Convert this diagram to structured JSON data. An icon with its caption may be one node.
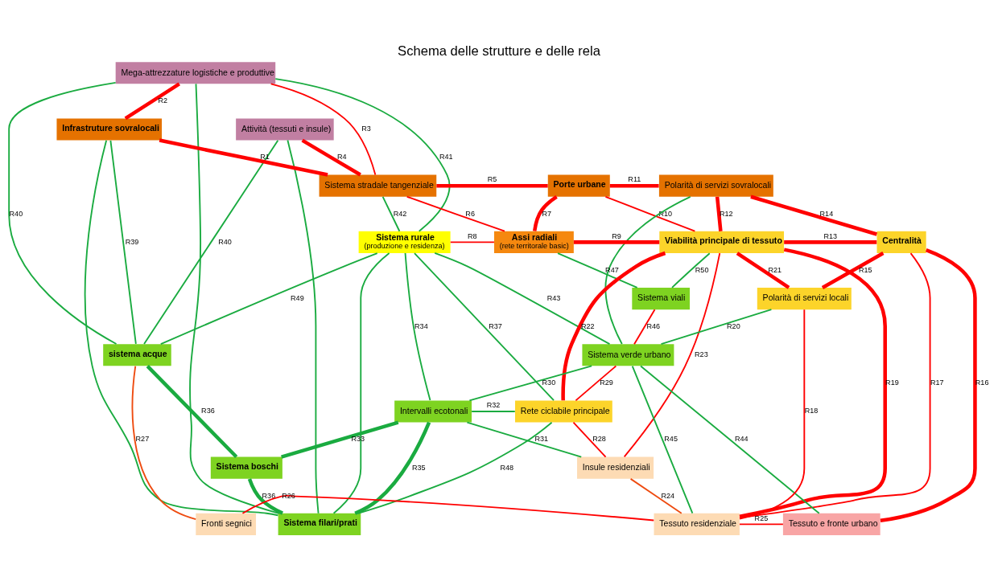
{
  "diagram": {
    "title": "Schema delle strutture e delle rela",
    "nodes": [
      {
        "text": [
          "Mega-attrezzature logistiche e produttive"
        ]
      },
      {
        "text": [
          "Attività (tessuti e insule)"
        ]
      },
      {
        "text": [
          "Infrastruture sovralocali"
        ]
      },
      {
        "text": [
          "Sistema stradale tangenziale"
        ]
      },
      {
        "text": [
          "Porte urbane"
        ]
      },
      {
        "text": [
          "Polarità di servizi sovralocali"
        ]
      },
      {
        "text": [
          "Sistema rurale",
          "(produzione e residenza)"
        ]
      },
      {
        "text": [
          "Assi radiali",
          "(rete territorale basic)"
        ]
      },
      {
        "text": [
          "Viabilità principale di tessuto"
        ]
      },
      {
        "text": [
          "Centralità"
        ]
      },
      {
        "text": [
          "Sistema viali"
        ]
      },
      {
        "text": [
          "Sistema verde urbano"
        ]
      },
      {
        "text": [
          "Polarità di servizi locali"
        ]
      },
      {
        "text": [
          "Intervalli ecotonali"
        ]
      },
      {
        "text": [
          "sistema acque"
        ]
      },
      {
        "text": [
          "Rete ciclabile principale"
        ]
      },
      {
        "text": [
          "Sistema boschi"
        ]
      },
      {
        "text": [
          "Insule residenziali"
        ]
      },
      {
        "text": [
          "Tessuto residenziale"
        ]
      },
      {
        "text": [
          "Tessuto e fronte urbano"
        ]
      },
      {
        "text": [
          "Sistema filari/prati"
        ]
      },
      {
        "text": [
          "Fronti segnici"
        ]
      }
    ],
    "edges": [
      {
        "from": 2,
        "to": 3,
        "label": "R1",
        "arrow": "none",
        "style": "thick",
        "color": "#ff0000"
      },
      {
        "from": 2,
        "to": 0,
        "label": "R2",
        "arrow": "none",
        "style": "thick",
        "color": "#ff0000"
      },
      {
        "from": 0,
        "to": 3,
        "label": "R3",
        "arrow": "none",
        "color": "#ff0000"
      },
      {
        "from": 3,
        "to": 1,
        "label": "R4",
        "arrow": "none",
        "style": "thick",
        "color": "#ff0000"
      },
      {
        "from": 3,
        "to": 4,
        "label": "R5",
        "arrow": "none",
        "style": "thick",
        "color": "#ff0000"
      },
      {
        "from": 3,
        "to": 7,
        "label": "R6",
        "arrow": "none",
        "color": "#ff0000"
      },
      {
        "from": 7,
        "to": 4,
        "label": "R7",
        "arrow": "none",
        "style": "thick",
        "color": "#ff0000"
      },
      {
        "from": 6,
        "to": 7,
        "label": "R8",
        "arrow": "none",
        "color": "#ff0000"
      },
      {
        "from": 7,
        "to": 8,
        "label": "R9",
        "arrow": "none",
        "style": "thick",
        "color": "#ff0000"
      },
      {
        "from": 4,
        "to": 8,
        "label": "R10",
        "arrow": "none",
        "color": "#ff0000"
      },
      {
        "from": 4,
        "to": 5,
        "label": "R11",
        "arrow": "none",
        "style": "thick",
        "color": "#ff0000"
      },
      {
        "from": 8,
        "to": 5,
        "label": "R12",
        "arrow": "none",
        "style": "thick",
        "color": "#ff0000"
      },
      {
        "from": 8,
        "to": 9,
        "label": "R13",
        "arrow": "none",
        "style": "thick",
        "color": "#ff0000"
      },
      {
        "from": 5,
        "to": 9,
        "label": "R14",
        "arrow": "none",
        "style": "thick",
        "color": "#ff0000"
      },
      {
        "from": 9,
        "to": 12,
        "label": "R15",
        "arrow": "none",
        "style": "thick",
        "color": "#ff0000"
      },
      {
        "from": 9,
        "to": 19,
        "label": "R16",
        "arrow": "none",
        "style": "thick",
        "color": "#ff0000"
      },
      {
        "from": 9,
        "to": 18,
        "label": "R17",
        "arrow": "none",
        "color": "#ff0000"
      },
      {
        "from": 12,
        "to": 18,
        "label": "R18",
        "arrow": "none",
        "color": "#ff0000"
      },
      {
        "from": 8,
        "to": 18,
        "label": "R19",
        "arrow": "none",
        "style": "thick",
        "color": "#ff0000"
      },
      {
        "from": 11,
        "to": 12,
        "label": "R20",
        "arrow": "none",
        "color": "#1aab40"
      },
      {
        "from": 5,
        "to": 11,
        "arrow": "none",
        "color": "#1aab40"
      },
      {
        "from": 8,
        "to": 12,
        "label": "R21",
        "arrow": "none",
        "style": "thick",
        "color": "#ff0000"
      },
      {
        "from": 8,
        "to": 15,
        "label": "R22",
        "arrow": "none",
        "style": "thick",
        "color": "#ff0000"
      },
      {
        "from": 8,
        "to": 17,
        "label": "R23",
        "arrow": "none",
        "color": "#ff0000"
      },
      {
        "from": 17,
        "to": 18,
        "label": "R24",
        "arrow": "none",
        "color": "#ee4b10"
      },
      {
        "from": 18,
        "to": 19,
        "label": "R25",
        "arrow": "none",
        "color": "#ff0000"
      },
      {
        "from": 21,
        "to": 18,
        "label": "R26",
        "arrow": "none",
        "color": "#ff0000"
      },
      {
        "from": 14,
        "to": 21,
        "label": "R27",
        "arrow": "none",
        "color": "#ee4b10"
      },
      {
        "from": 15,
        "to": 17,
        "label": "R28",
        "arrow": "none",
        "color": "#ff0000"
      },
      {
        "from": 11,
        "to": 15,
        "label": "R29",
        "arrow": "none",
        "color": "#ff0000"
      },
      {
        "from": 13,
        "to": 11,
        "label": "R30",
        "arrow": "none",
        "color": "#1aab40"
      },
      {
        "from": 13,
        "to": 17,
        "label": "R31",
        "arrow": "none",
        "color": "#1aab40"
      },
      {
        "from": 13,
        "to": 15,
        "label": "R32",
        "arrow": "none",
        "color": "#1aab40"
      },
      {
        "from": 16,
        "to": 13,
        "label": "R33",
        "arrow": "none",
        "style": "thick",
        "color": "#1aab40"
      },
      {
        "from": 6,
        "to": 13,
        "label": "R34",
        "arrow": "none",
        "color": "#1aab40"
      },
      {
        "from": 20,
        "to": 13,
        "label": "R35",
        "arrow": "none",
        "style": "thick",
        "color": "#1aab40"
      },
      {
        "from": 14,
        "to": 16,
        "label": "R36",
        "arrow": "none",
        "style": "thick",
        "color": "#1aab40"
      },
      {
        "from": 16,
        "to": 20,
        "label": "R36",
        "arrow": "none",
        "style": "thick",
        "color": "#1aab40"
      },
      {
        "from": 6,
        "to": 15,
        "label": "R37",
        "arrow": "none",
        "color": "#1aab40"
      },
      {
        "from": 2,
        "to": 14,
        "label": "R39",
        "arrow": "none",
        "color": "#1aab40"
      },
      {
        "from": 2,
        "to": 20,
        "arrow": "none",
        "color": "#1aab40"
      },
      {
        "from": 0,
        "to": 14,
        "label": "R40",
        "arrow": "none",
        "color": "#1aab40"
      },
      {
        "from": 0,
        "to": 20,
        "arrow": "none",
        "color": "#1aab40"
      },
      {
        "from": 1,
        "to": 14,
        "label": "R40",
        "arrow": "none",
        "color": "#1aab40"
      },
      {
        "from": 1,
        "to": 20,
        "arrow": "none",
        "color": "#1aab40"
      },
      {
        "from": 6,
        "to": 0,
        "label": "R41",
        "arrow": "none",
        "color": "#1aab40"
      },
      {
        "from": 6,
        "to": 3,
        "label": "R42",
        "arrow": "none",
        "color": "#1aab40"
      },
      {
        "from": 6,
        "to": 11,
        "label": "R43",
        "arrow": "none",
        "color": "#1aab40"
      },
      {
        "from": 11,
        "to": 19,
        "label": "R44",
        "arrow": "none",
        "color": "#1aab40"
      },
      {
        "from": 11,
        "to": 18,
        "label": "R45",
        "arrow": "none",
        "color": "#1aab40"
      },
      {
        "from": 10,
        "to": 11,
        "label": "R46",
        "arrow": "none",
        "color": "#ff0000"
      },
      {
        "from": 7,
        "to": 10,
        "label": "R47",
        "arrow": "none",
        "color": "#1aab40"
      },
      {
        "from": 20,
        "to": 15,
        "label": "R48",
        "arrow": "none",
        "color": "#1aab40"
      },
      {
        "from": 6,
        "to": 14,
        "label": "R49",
        "arrow": "none",
        "color": "#1aab40"
      },
      {
        "from": 6,
        "to": 20,
        "arrow": "none",
        "color": "#1aab40"
      },
      {
        "from": 10,
        "to": 8,
        "label": "R50",
        "arrow": "none",
        "color": "#1aab40"
      }
    ]
  }
}
